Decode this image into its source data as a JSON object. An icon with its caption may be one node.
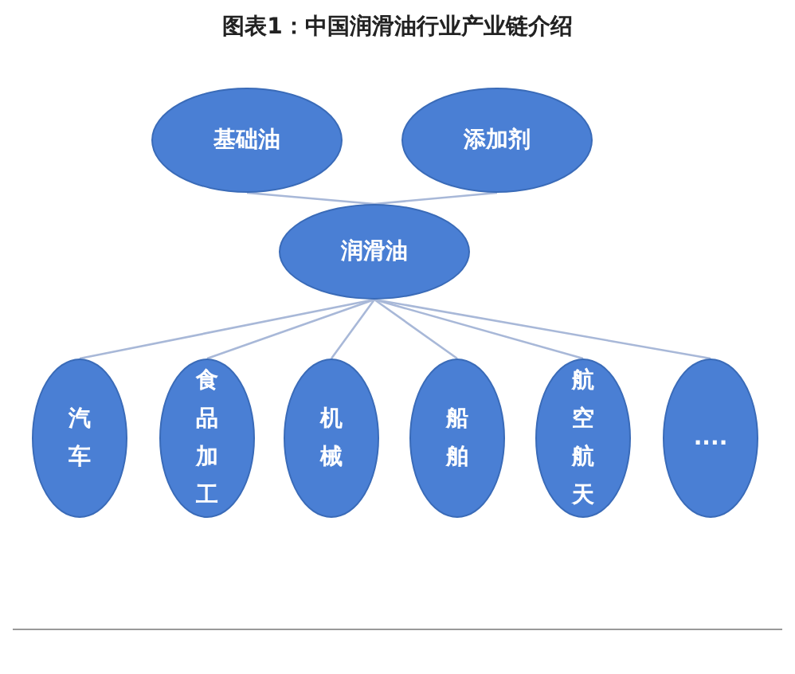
{
  "diagram": {
    "title": "图表1：中国润滑油行业产业链介绍",
    "nodes": [
      {
        "text": [
          "基础油"
        ]
      },
      {
        "text": [
          "添加剂"
        ]
      },
      {
        "text": [
          "润滑油"
        ]
      },
      {
        "text": [
          "汽车"
        ]
      },
      {
        "text": [
          "食品加工"
        ]
      },
      {
        "text": [
          "机械"
        ]
      },
      {
        "text": [
          "船舶"
        ]
      },
      {
        "text": [
          "航空航天"
        ]
      },
      {
        "text": [
          "...."
        ]
      }
    ],
    "edges": [
      {
        "from": 0,
        "to": 2,
        "arrow": "none"
      },
      {
        "from": 1,
        "to": 2,
        "arrow": "none"
      },
      {
        "from": 2,
        "to": 3,
        "arrow": "none"
      },
      {
        "from": 2,
        "to": 4,
        "arrow": "none"
      },
      {
        "from": 2,
        "to": 5,
        "arrow": "none"
      },
      {
        "from": 2,
        "to": 6,
        "arrow": "none"
      },
      {
        "from": 2,
        "to": 7,
        "arrow": "none"
      },
      {
        "from": 2,
        "to": 8,
        "arrow": "none"
      }
    ]
  }
}
